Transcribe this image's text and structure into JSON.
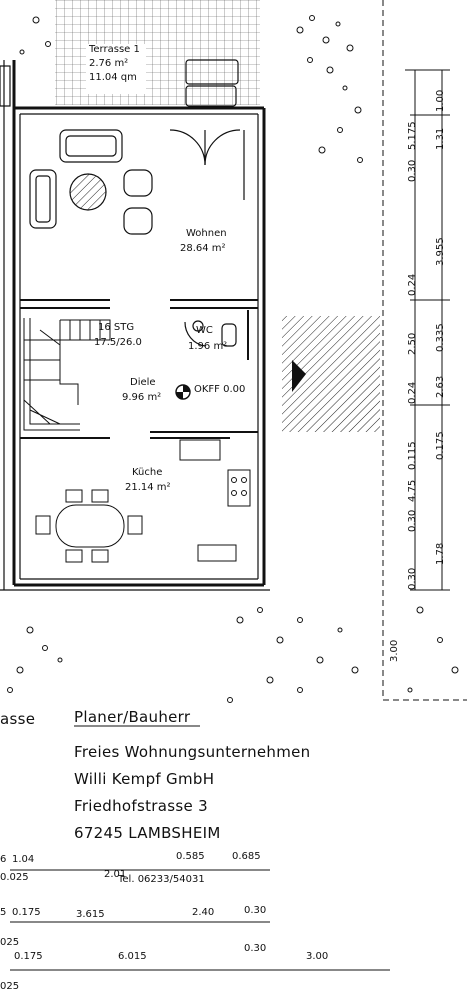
{
  "rooms": {
    "terrasse": {
      "name": "Terrasse 1",
      "area_m2": "2.76 m²",
      "area_qm": "11.04 qm"
    },
    "wohnen": {
      "name": "Wohnen",
      "area": "28.64 m²"
    },
    "stairs": {
      "name": "16 STG",
      "ratio": "17.5/26.0"
    },
    "wc": {
      "name": "WC",
      "area": "1.96 m²"
    },
    "diele": {
      "name": "Diele",
      "area": "9.96 m²"
    },
    "kueche": {
      "name": "Küche",
      "area": "21.14 m²"
    },
    "level_marker": "OKFF 0.00"
  },
  "dimensions": {
    "right_outer": [
      "1.00",
      "1.31",
      "3.955",
      "0.335",
      "2.63",
      "0.175",
      "1.78",
      "3.00"
    ],
    "right_inner": [
      "0.30",
      "5.175",
      "0.24",
      "2.50",
      "0.24",
      "0.115",
      "4.75",
      "0.30",
      "0.30"
    ],
    "bottom_row1": [
      "6",
      "1.04",
      "0.585",
      "0.685",
      "2.01",
      "0.025"
    ],
    "bottom_row2": [
      "5",
      "0.175",
      "3.615",
      "2.40",
      "0.30"
    ],
    "bottom_row3": [
      "025",
      "0.175",
      "6.015",
      "0.30",
      "3.00"
    ],
    "bottom_row4": "025"
  },
  "title_block": {
    "street_fragment": "asse",
    "heading": "Planer/Bauherr",
    "lines": [
      "Freies Wohnungsunternehmen",
      "Willi Kempf GmbH",
      "Friedhofstrasse 3",
      "67245 LAMBSHEIM"
    ],
    "phone": "Tel. 06233/54031"
  }
}
